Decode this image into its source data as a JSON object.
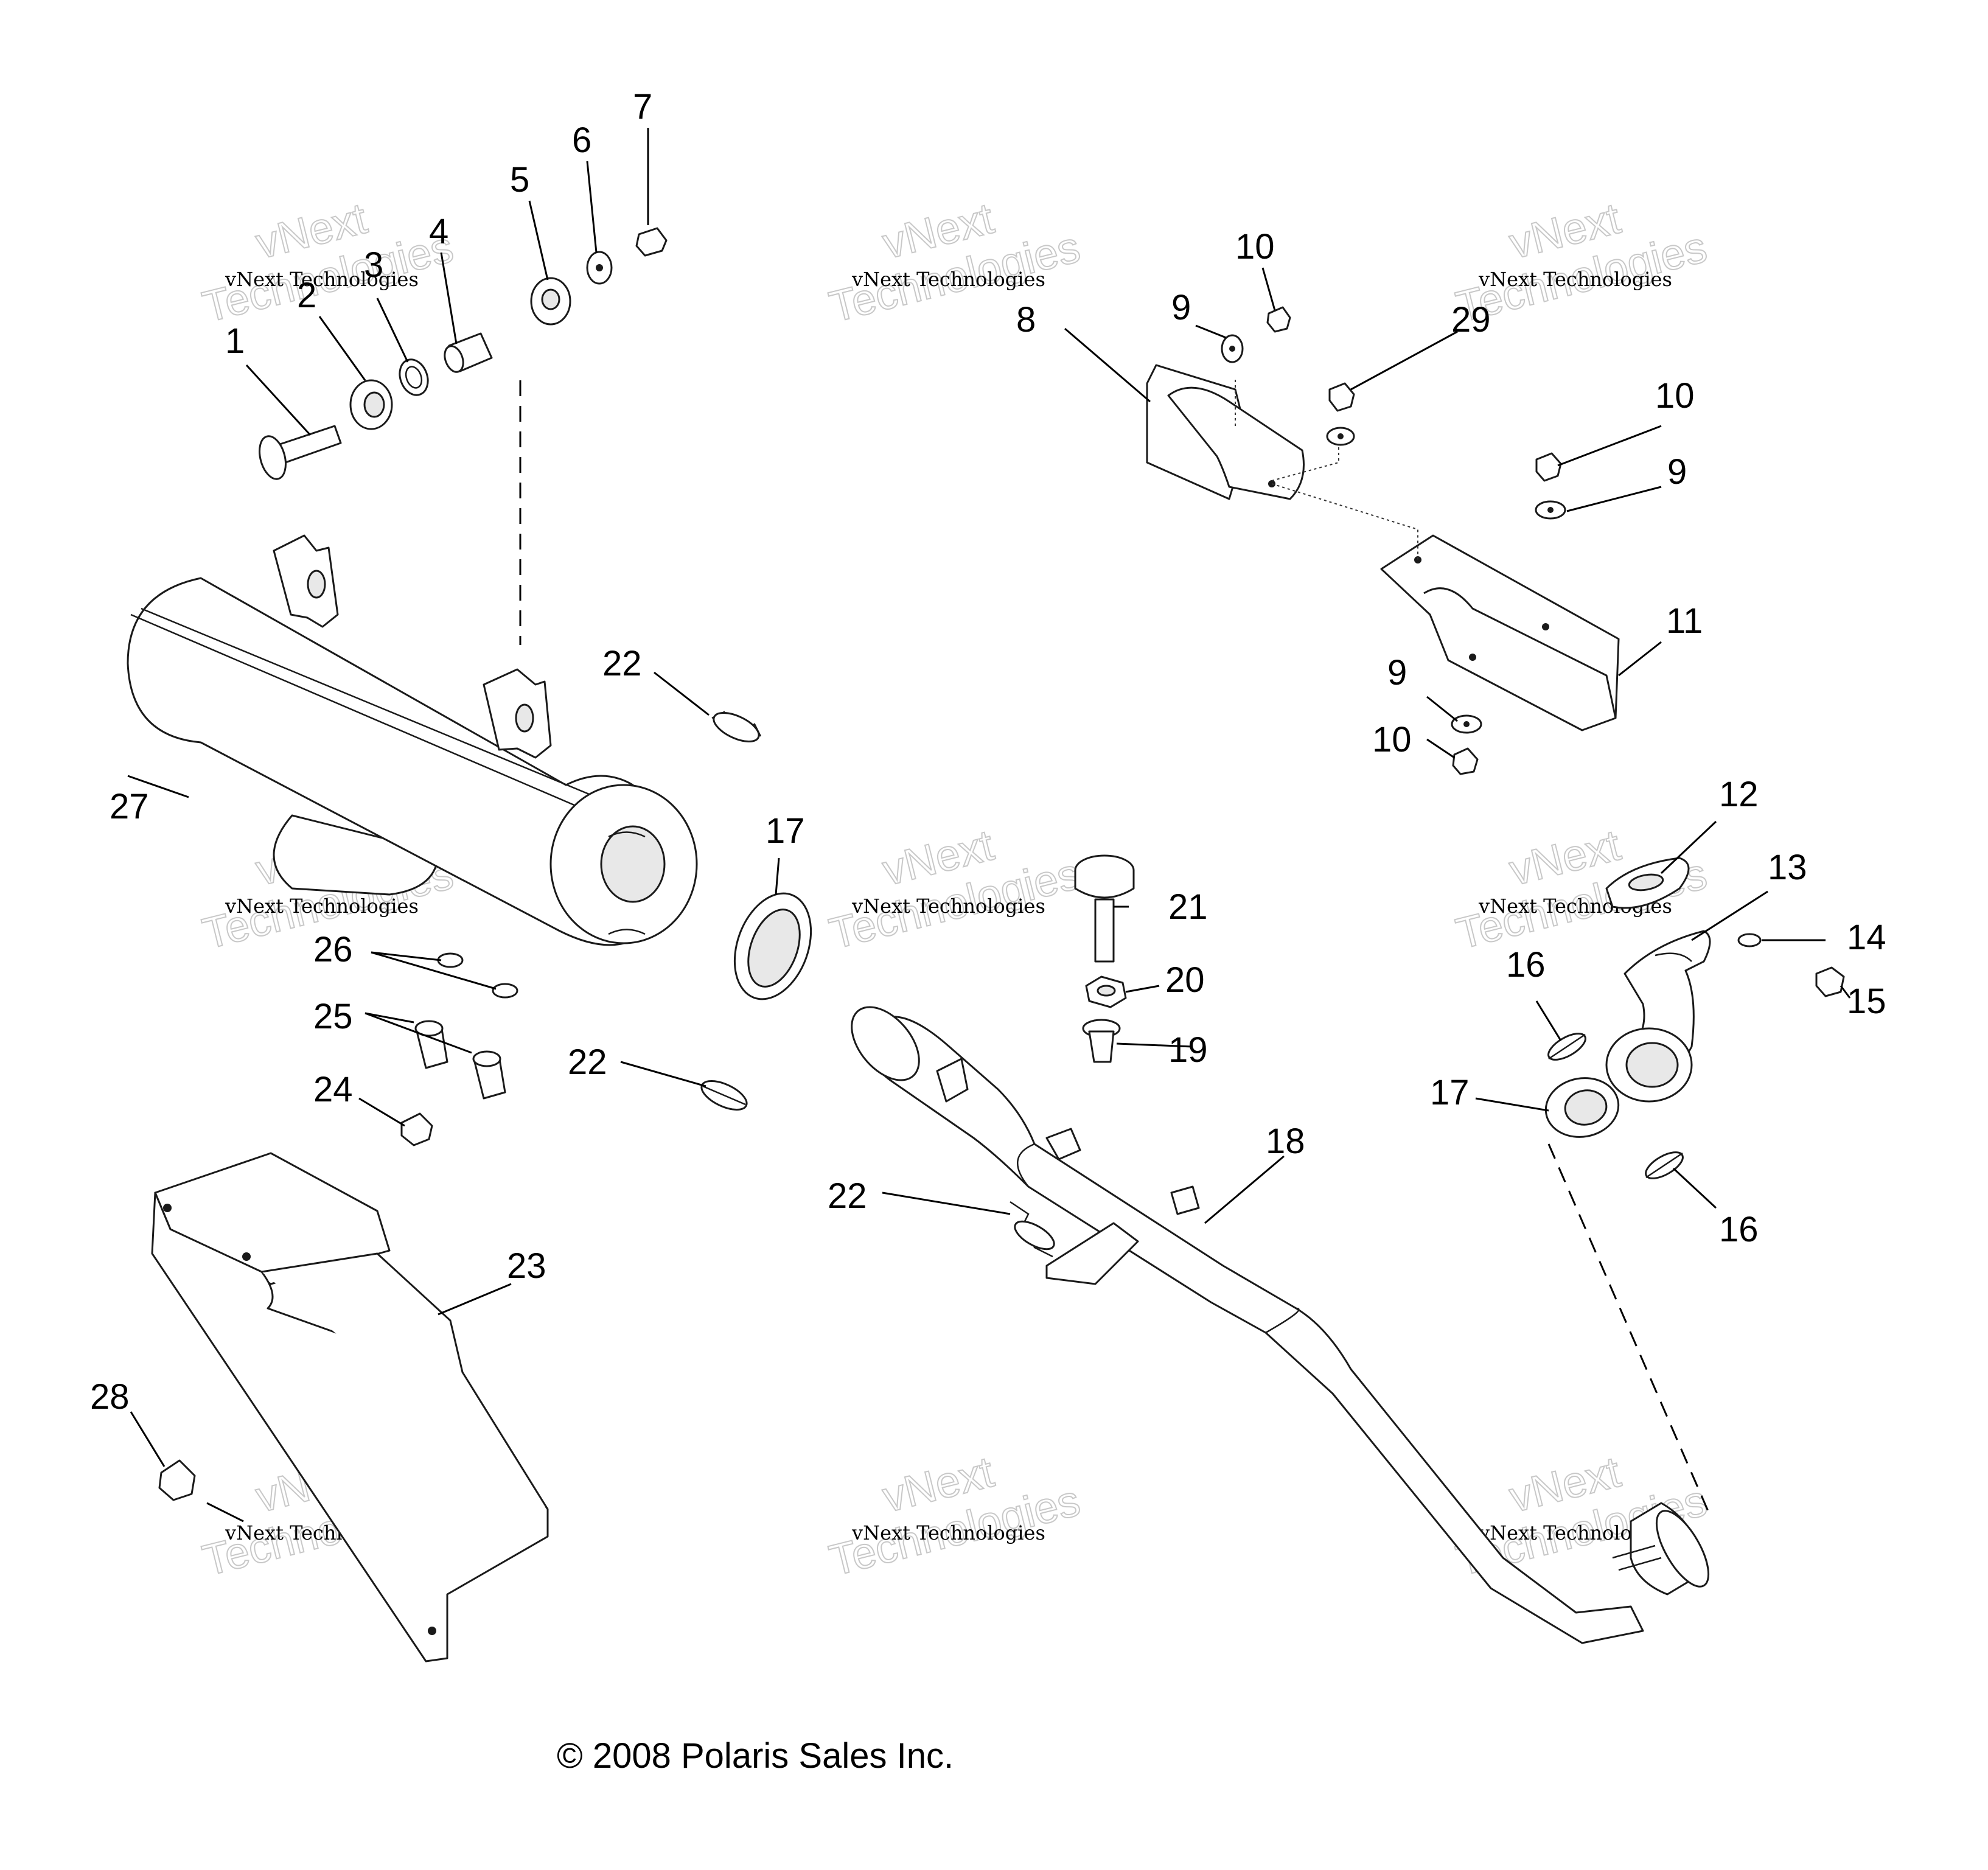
{
  "callouts": {
    "c1": "1",
    "c2": "2",
    "c3": "3",
    "c4": "4",
    "c5": "5",
    "c6": "6",
    "c7": "7",
    "c8": "8",
    "c9a": "9",
    "c9b": "9",
    "c9c": "9",
    "c10a": "10",
    "c10b": "10",
    "c10c": "10",
    "c11": "11",
    "c12": "12",
    "c13": "13",
    "c14": "14",
    "c15": "15",
    "c16a": "16",
    "c16b": "16",
    "c17a": "17",
    "c17b": "17",
    "c18": "18",
    "c19": "19",
    "c20": "20",
    "c21": "21",
    "c22a": "22",
    "c22b": "22",
    "c22c": "22",
    "c23": "23",
    "c24": "24",
    "c25": "25",
    "c26": "26",
    "c27": "27",
    "c28": "28",
    "c29": "29"
  },
  "watermark": {
    "line1": "vNext Technologies",
    "big_top": "vNext",
    "big_bottom": "Technologies"
  },
  "copyright": "© 2008 Polaris Sales Inc."
}
